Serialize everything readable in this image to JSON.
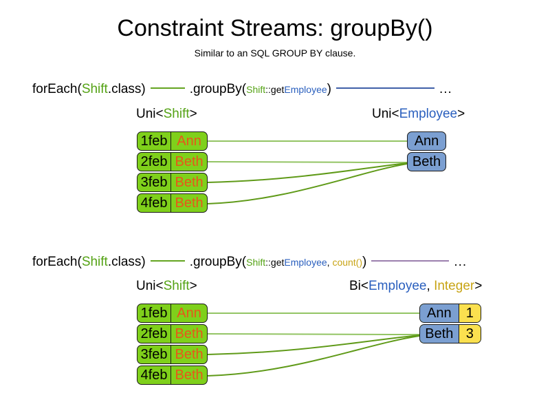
{
  "page": {
    "title": "Constraint Streams: groupBy()",
    "subtitle": "Similar to an SQL GROUP BY clause."
  },
  "colors": {
    "shift_green": "#7fd01b",
    "shift_text_green": "#54a214",
    "employee_blue": "#7b9fd1",
    "employee_text_blue": "#2a5fbe",
    "count_yellow": "#fbe04f",
    "integer_gold": "#c8a415",
    "name_orange": "#e8561b",
    "link_green": "#63a420",
    "link_blue": "#3f5fa8",
    "link_purple": "#9b7fae",
    "text_black": "#000000"
  },
  "diagrams": [
    {
      "id": "groupby-single",
      "code": {
        "for_each_open": "forEach(",
        "for_each_type": "Shift",
        "for_each_close": ".class)",
        "group_by_open": ".groupBy(",
        "mapper_class": "Shift",
        "mapper_sep": "::get",
        "mapper_prop": "Employee",
        "group_by_close": ")",
        "ellipsis": "..."
      },
      "left_label": {
        "prefix": "Uni<",
        "type": "Shift",
        "suffix": ">"
      },
      "right_label": {
        "prefix": "Uni<",
        "type": "Employee",
        "suffix": ">"
      },
      "shifts": [
        {
          "date": "1feb",
          "employee": "Ann"
        },
        {
          "date": "2feb",
          "employee": "Beth"
        },
        {
          "date": "3feb",
          "employee": "Beth"
        },
        {
          "date": "4feb",
          "employee": "Beth"
        }
      ],
      "groups": [
        {
          "employee": "Ann"
        },
        {
          "employee": "Beth"
        }
      ],
      "links": [
        {
          "from": 0,
          "to": 0
        },
        {
          "from": 1,
          "to": 1
        },
        {
          "from": 2,
          "to": 1
        },
        {
          "from": 3,
          "to": 1
        }
      ]
    },
    {
      "id": "groupby-count",
      "code": {
        "for_each_open": "forEach(",
        "for_each_type": "Shift",
        "for_each_close": ".class)",
        "group_by_open": ".groupBy(",
        "mapper_class": "Shift",
        "mapper_sep": "::get",
        "mapper_prop": "Employee",
        "mapper_comma": ", ",
        "collector": "count()",
        "group_by_close": ")",
        "ellipsis": "..."
      },
      "left_label": {
        "prefix": "Uni<",
        "type": "Shift",
        "suffix": ">"
      },
      "right_label": {
        "prefix": "Bi<",
        "type": "Employee",
        "mid": ", ",
        "type2": "Integer",
        "suffix": ">"
      },
      "shifts": [
        {
          "date": "1feb",
          "employee": "Ann"
        },
        {
          "date": "2feb",
          "employee": "Beth"
        },
        {
          "date": "3feb",
          "employee": "Beth"
        },
        {
          "date": "4feb",
          "employee": "Beth"
        }
      ],
      "groups": [
        {
          "employee": "Ann",
          "count": "1"
        },
        {
          "employee": "Beth",
          "count": "3"
        }
      ],
      "links": [
        {
          "from": 0,
          "to": 0
        },
        {
          "from": 1,
          "to": 1
        },
        {
          "from": 2,
          "to": 1
        },
        {
          "from": 3,
          "to": 1
        }
      ]
    }
  ]
}
